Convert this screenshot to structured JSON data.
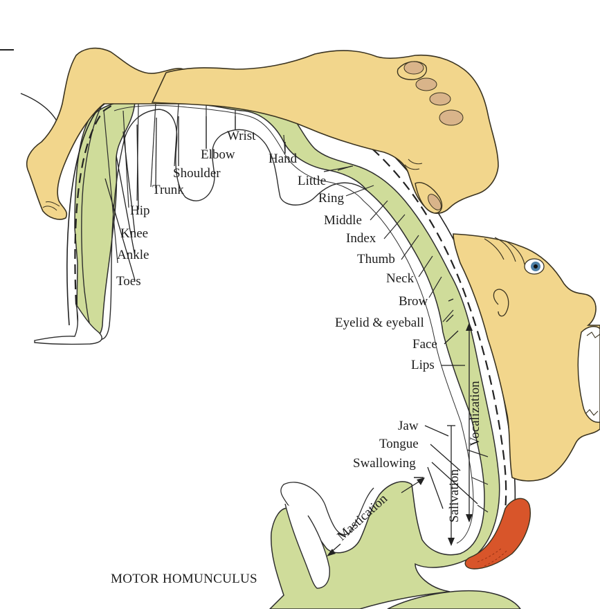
{
  "caption": "MOTOR HOMUNCULUS",
  "labels": {
    "toes": "Toes",
    "ankle": "Ankle",
    "knee": "Knee",
    "hip": "Hip",
    "trunk": "Trunk",
    "shoulder": "Shoulder",
    "elbow": "Elbow",
    "wrist": "Wrist",
    "hand": "Hand",
    "little": "Little",
    "ring": "Ring",
    "middle": "Middle",
    "index": "Index",
    "thumb": "Thumb",
    "neck": "Neck",
    "brow": "Brow",
    "eyelid_eyeball": "Eyelid & eyeball",
    "face": "Face",
    "lips": "Lips",
    "jaw": "Jaw",
    "tongue": "Tongue",
    "swallowing": "Swallowing",
    "vocalization": "Vocalization",
    "salivation": "Salivation",
    "mastication": "Mastication"
  },
  "colors": {
    "cortex": "#cfdc9a",
    "cortex_outline": "#2d2d2d",
    "skin": "#f2d68c",
    "skin_outline": "#3a3320",
    "tongue": "#d8552a",
    "eye": "#4d7fa6",
    "nail": "#d9b48a"
  }
}
